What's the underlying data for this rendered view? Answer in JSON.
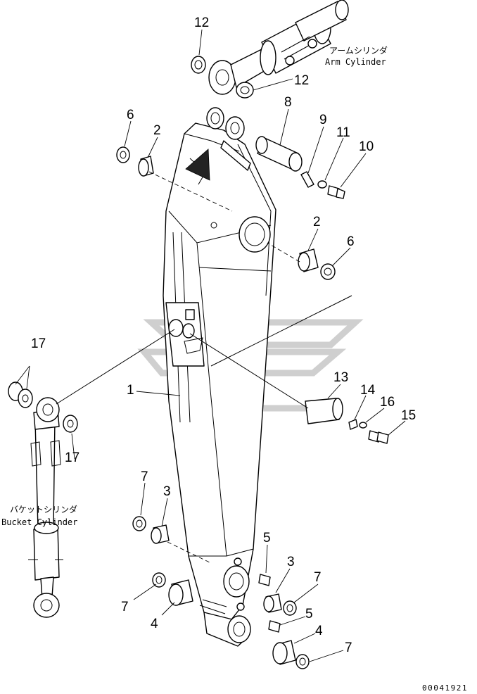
{
  "diagram": {
    "callouts": [
      {
        "id": "c12a",
        "label": "12"
      },
      {
        "id": "c12b",
        "label": "12"
      },
      {
        "id": "c8",
        "label": "8"
      },
      {
        "id": "c6a",
        "label": "6"
      },
      {
        "id": "c2a",
        "label": "2"
      },
      {
        "id": "c9",
        "label": "9"
      },
      {
        "id": "c11",
        "label": "11"
      },
      {
        "id": "c10",
        "label": "10"
      },
      {
        "id": "c2b",
        "label": "2"
      },
      {
        "id": "c6b",
        "label": "6"
      },
      {
        "id": "c17a",
        "label": "17"
      },
      {
        "id": "c1",
        "label": "1"
      },
      {
        "id": "c13",
        "label": "13"
      },
      {
        "id": "c14",
        "label": "14"
      },
      {
        "id": "c16",
        "label": "16"
      },
      {
        "id": "c15",
        "label": "15"
      },
      {
        "id": "c17b",
        "label": "17"
      },
      {
        "id": "c7a",
        "label": "7"
      },
      {
        "id": "c3a",
        "label": "3"
      },
      {
        "id": "c5a",
        "label": "5"
      },
      {
        "id": "c3b",
        "label": "3"
      },
      {
        "id": "c7b",
        "label": "7"
      },
      {
        "id": "c7c",
        "label": "7"
      },
      {
        "id": "c4a",
        "label": "4"
      },
      {
        "id": "c5b",
        "label": "5"
      },
      {
        "id": "c4b",
        "label": "4"
      },
      {
        "id": "c7d",
        "label": "7"
      }
    ],
    "captions": {
      "arm_cylinder_jp": "アームシリンダ",
      "arm_cylinder_en": "Arm Cylinder",
      "bucket_cylinder_jp": "バケットシリンダ",
      "bucket_cylinder_en": "Bucket Cylinder"
    },
    "drawing_number": "00041921"
  }
}
